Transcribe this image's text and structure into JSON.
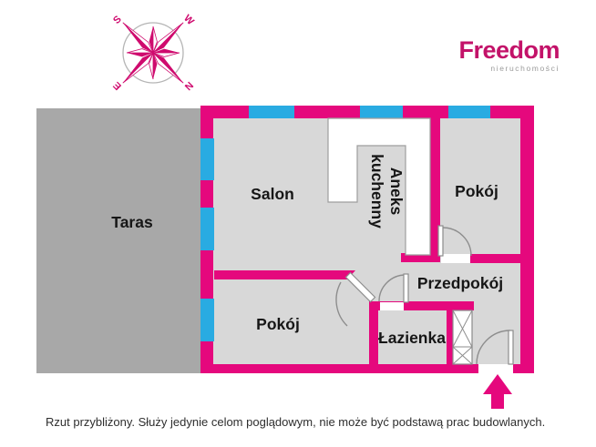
{
  "logo": {
    "brand": "Freedom",
    "tagline": "nieruchomości"
  },
  "compass": {
    "n": "N",
    "s": "S",
    "e": "E",
    "w": "W"
  },
  "rooms": {
    "terrace": "Taras",
    "salon": "Salon",
    "kitchen_line1": "Aneks",
    "kitchen_line2": "kuchenny",
    "room_top": "Pokój",
    "hall": "Przedpokój",
    "room_bottom": "Pokój",
    "bath": "Łazienka"
  },
  "footer": {
    "disclaimer": "Rzut przybliżony. Służy jedynie celom poglądowym, nie może być podstawą prac budowlanych."
  },
  "colors": {
    "wall": "#e5087d",
    "window": "#29abe2",
    "floor": "#d8d8d8",
    "terrace": "#a8a8a8",
    "brand": "#c31269",
    "compass": "#cf0a6e"
  }
}
